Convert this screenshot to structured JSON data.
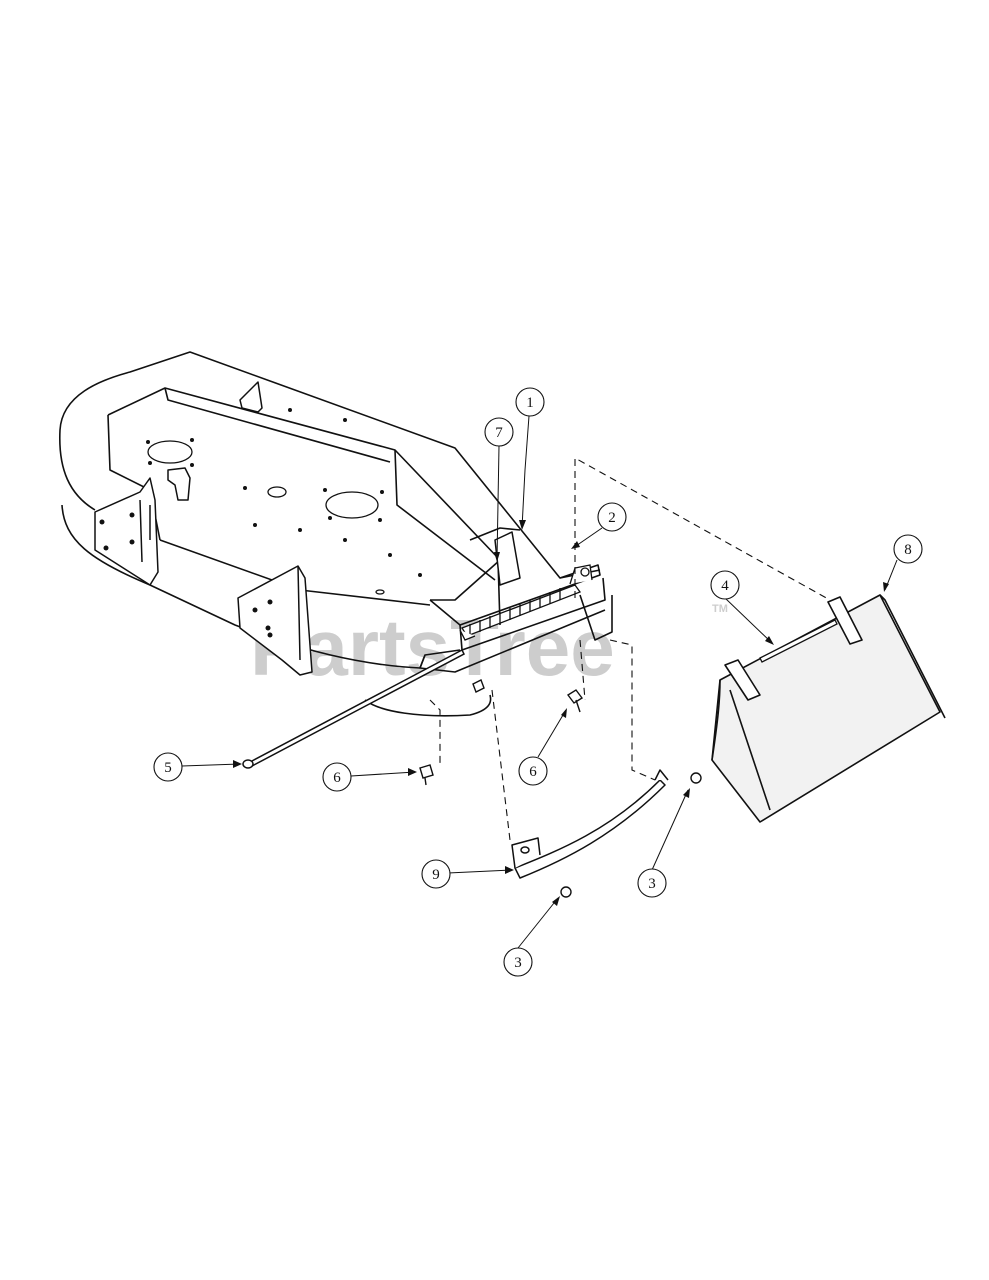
{
  "watermark": {
    "text": "PartsTree",
    "tm": "TM",
    "color": "#c8c8c8"
  },
  "colors": {
    "line": "#111111",
    "paper": "#ffffff",
    "part_fill": "#f2f2f2"
  },
  "callouts": [
    {
      "id": "c1",
      "label": "1"
    },
    {
      "id": "c2",
      "label": "2"
    },
    {
      "id": "c3a",
      "label": "3"
    },
    {
      "id": "c3b",
      "label": "3"
    },
    {
      "id": "c4",
      "label": "4"
    },
    {
      "id": "c5",
      "label": "5"
    },
    {
      "id": "c6a",
      "label": "6"
    },
    {
      "id": "c6b",
      "label": "6"
    },
    {
      "id": "c7",
      "label": "7"
    },
    {
      "id": "c8",
      "label": "8"
    },
    {
      "id": "c9",
      "label": "9"
    }
  ]
}
